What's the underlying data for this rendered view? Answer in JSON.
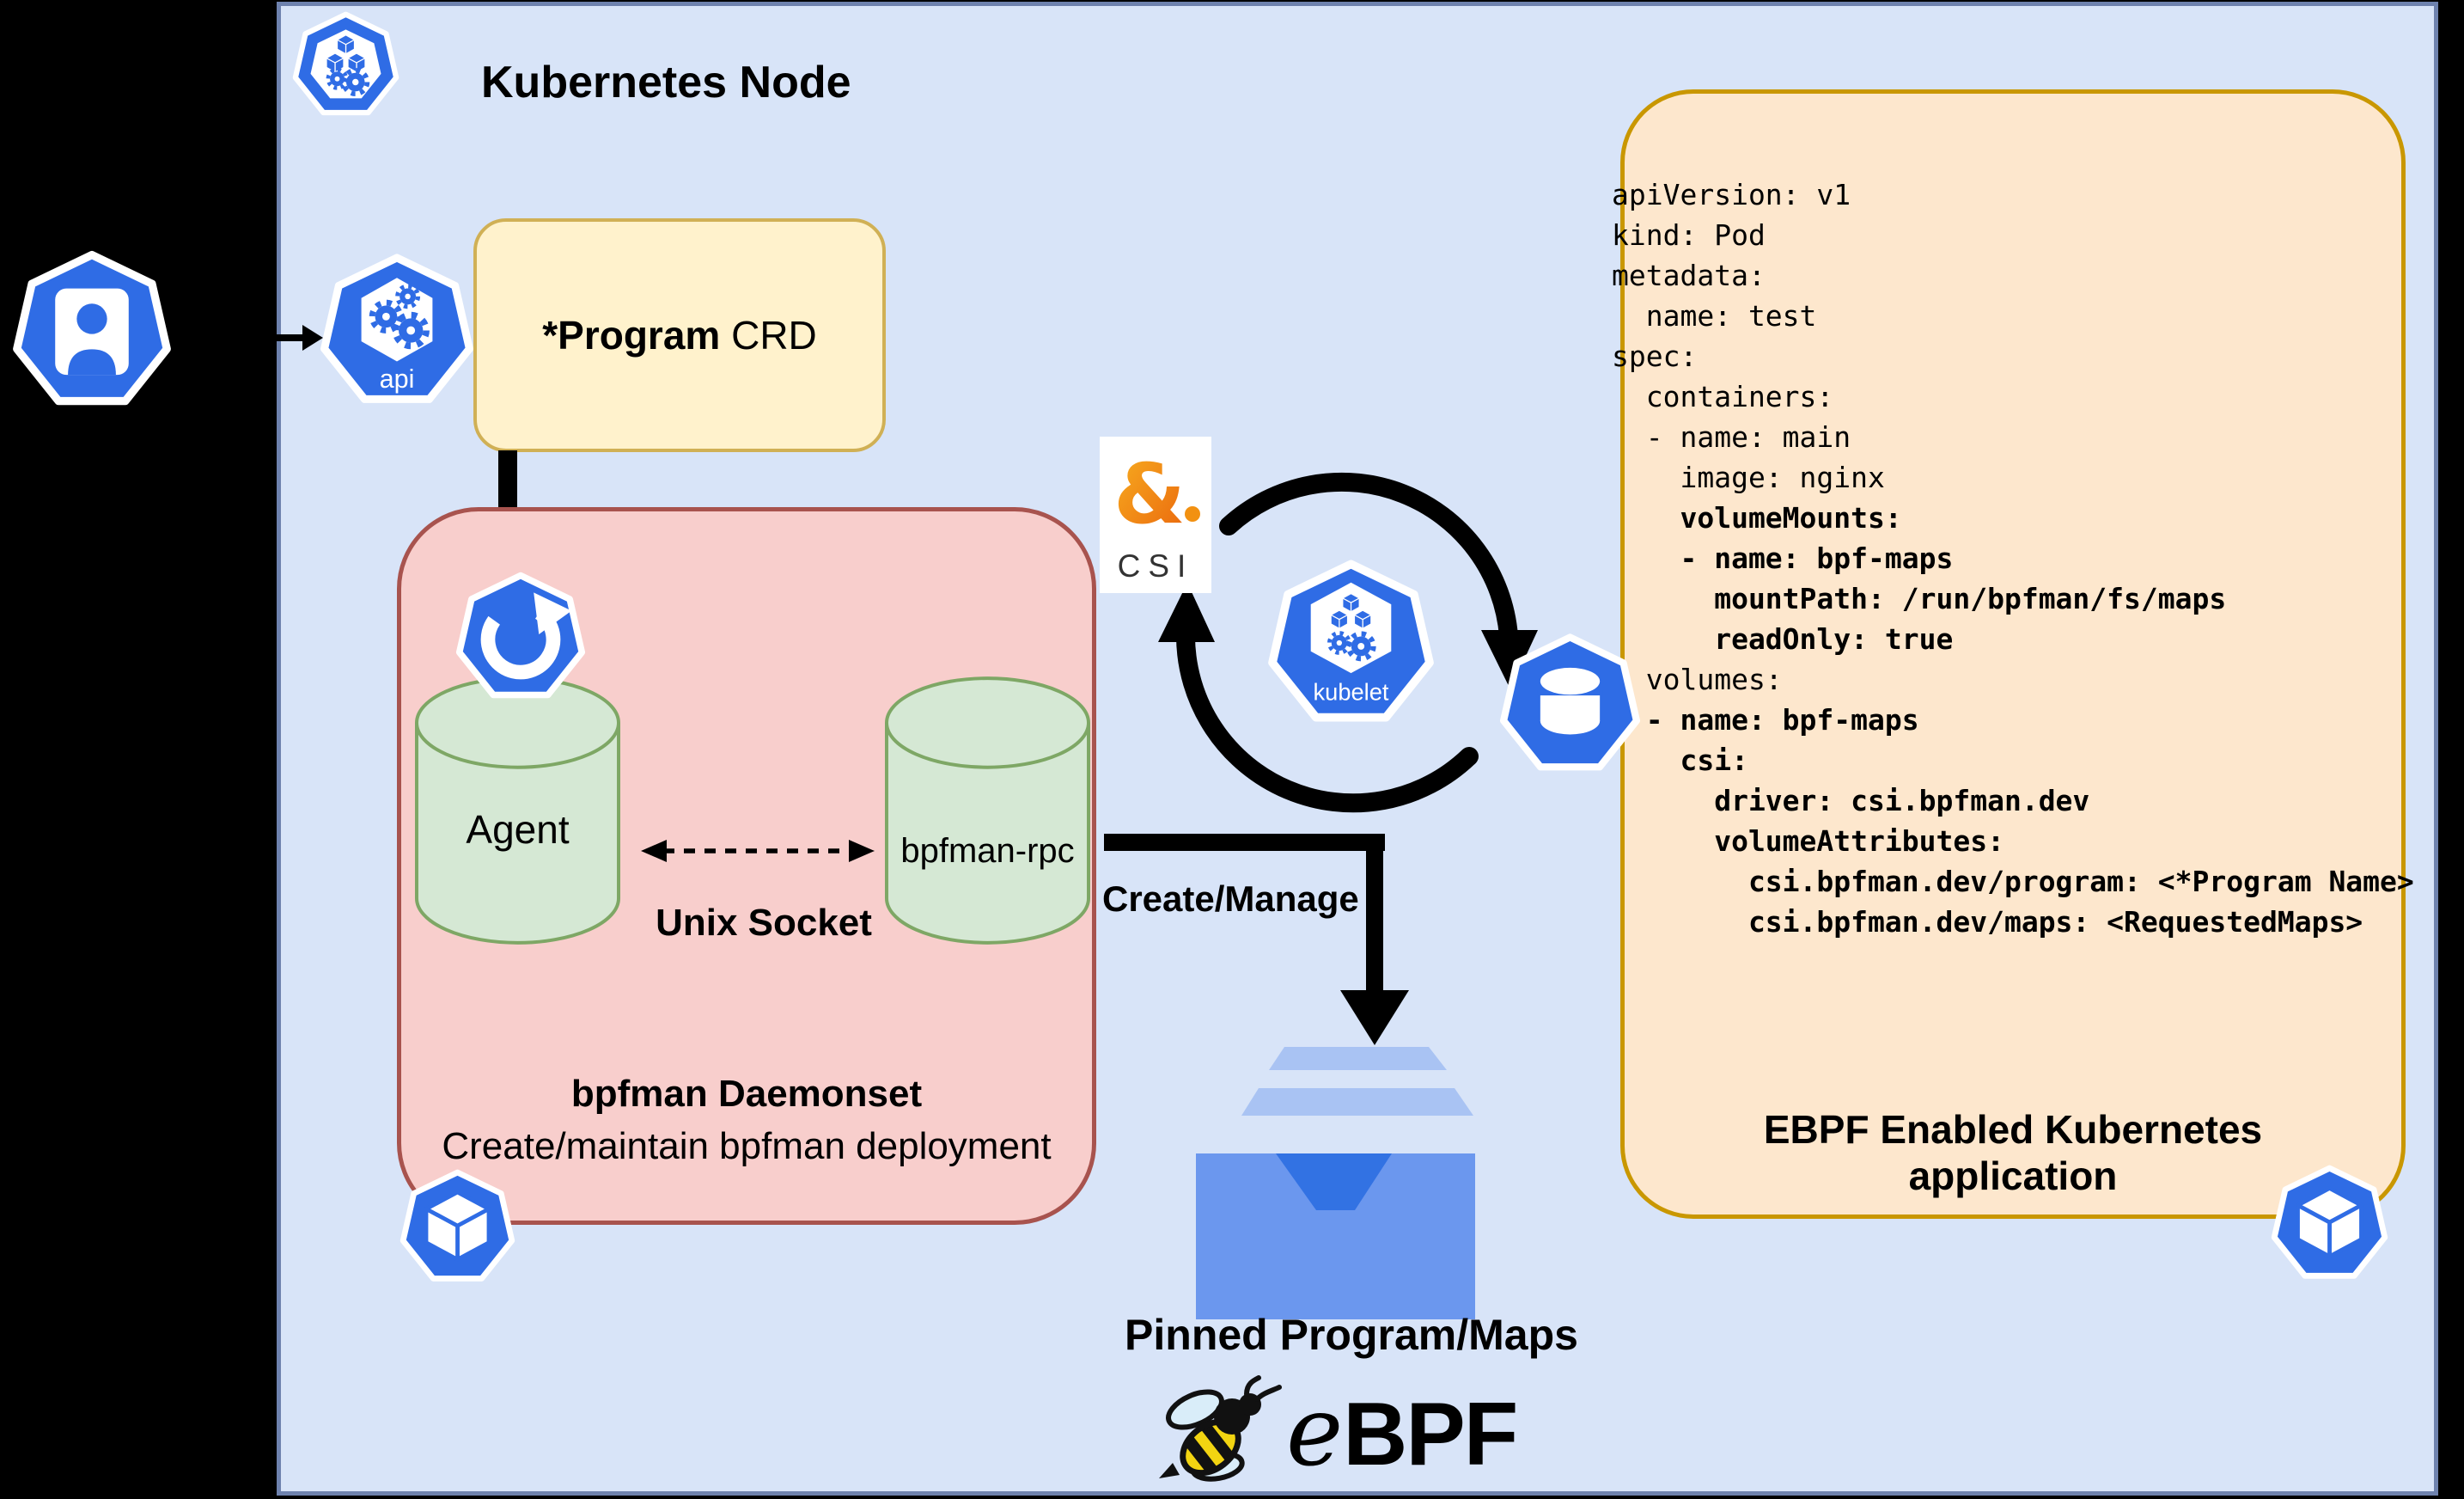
{
  "header": {
    "title": "Kubernetes Node"
  },
  "crd_box": {
    "label_bold": "*Program",
    "label_rest": " CRD"
  },
  "api_icon": {
    "label": "api"
  },
  "daemonset": {
    "agent": "Agent",
    "rpc": "bpfman-rpc",
    "socket_label": "Unix Socket",
    "title": "bpfman Daemonset",
    "subtitle": "Create/maintain bpfman deployment"
  },
  "csi": {
    "label": "CSI"
  },
  "kubelet_icon": {
    "label": "kubelet"
  },
  "flow": {
    "create_manage": "Create/Manage",
    "pinned": "Pinned Program/Maps"
  },
  "ebpf_logo": {
    "e": "e",
    "bpf": "BPF"
  },
  "app_box": {
    "caption": "EBPF Enabled Kubernetes application"
  },
  "pod_yaml": {
    "lines": [
      {
        "text": "apiVersion: v1",
        "bold": false
      },
      {
        "text": "kind: Pod",
        "bold": false
      },
      {
        "text": "metadata:",
        "bold": false
      },
      {
        "text": "  name: test",
        "bold": false
      },
      {
        "text": "spec:",
        "bold": false
      },
      {
        "text": "  containers:",
        "bold": false
      },
      {
        "text": "  - name: main",
        "bold": false
      },
      {
        "text": "    image: nginx",
        "bold": false
      },
      {
        "text": "    volumeMounts:",
        "bold": true
      },
      {
        "text": "    - name: bpf-maps",
        "bold": true
      },
      {
        "text": "      mountPath: /run/bpfman/fs/maps",
        "bold": true
      },
      {
        "text": "      readOnly: true",
        "bold": true
      },
      {
        "text": "  volumes:",
        "bold": false
      },
      {
        "text": "  - name: bpf-maps",
        "bold": true
      },
      {
        "text": "    csi:",
        "bold": true
      },
      {
        "text": "      driver: csi.bpfman.dev",
        "bold": true
      },
      {
        "text": "      volumeAttributes:",
        "bold": true
      },
      {
        "text": "        csi.bpfman.dev/program: <*Program Name>",
        "bold": true
      },
      {
        "text": "        csi.bpfman.dev/maps: <RequestedMaps>",
        "bold": true
      }
    ]
  },
  "colors": {
    "panel-bg": "#d8e4f8",
    "panel-border": "#6e82ae",
    "k8s-blue": "#2f6ce5",
    "red-fill": "#f8cecc",
    "red-border": "#a8534e",
    "yellow-fill": "#fff2cc",
    "yellow-border": "#d0b055",
    "orange-fill": "#fde7cd",
    "orange-border": "#c99700",
    "green-fill": "#d5e8d4",
    "green-border": "#7ea765",
    "tray-blue": "#6b97ee",
    "tray-light": "#a9c3f3",
    "tray-dark": "#3272e3",
    "csi-orange": "#ec6c13",
    "bee-yellow": "#f2d411",
    "bee-wing": "#d9edf9"
  }
}
